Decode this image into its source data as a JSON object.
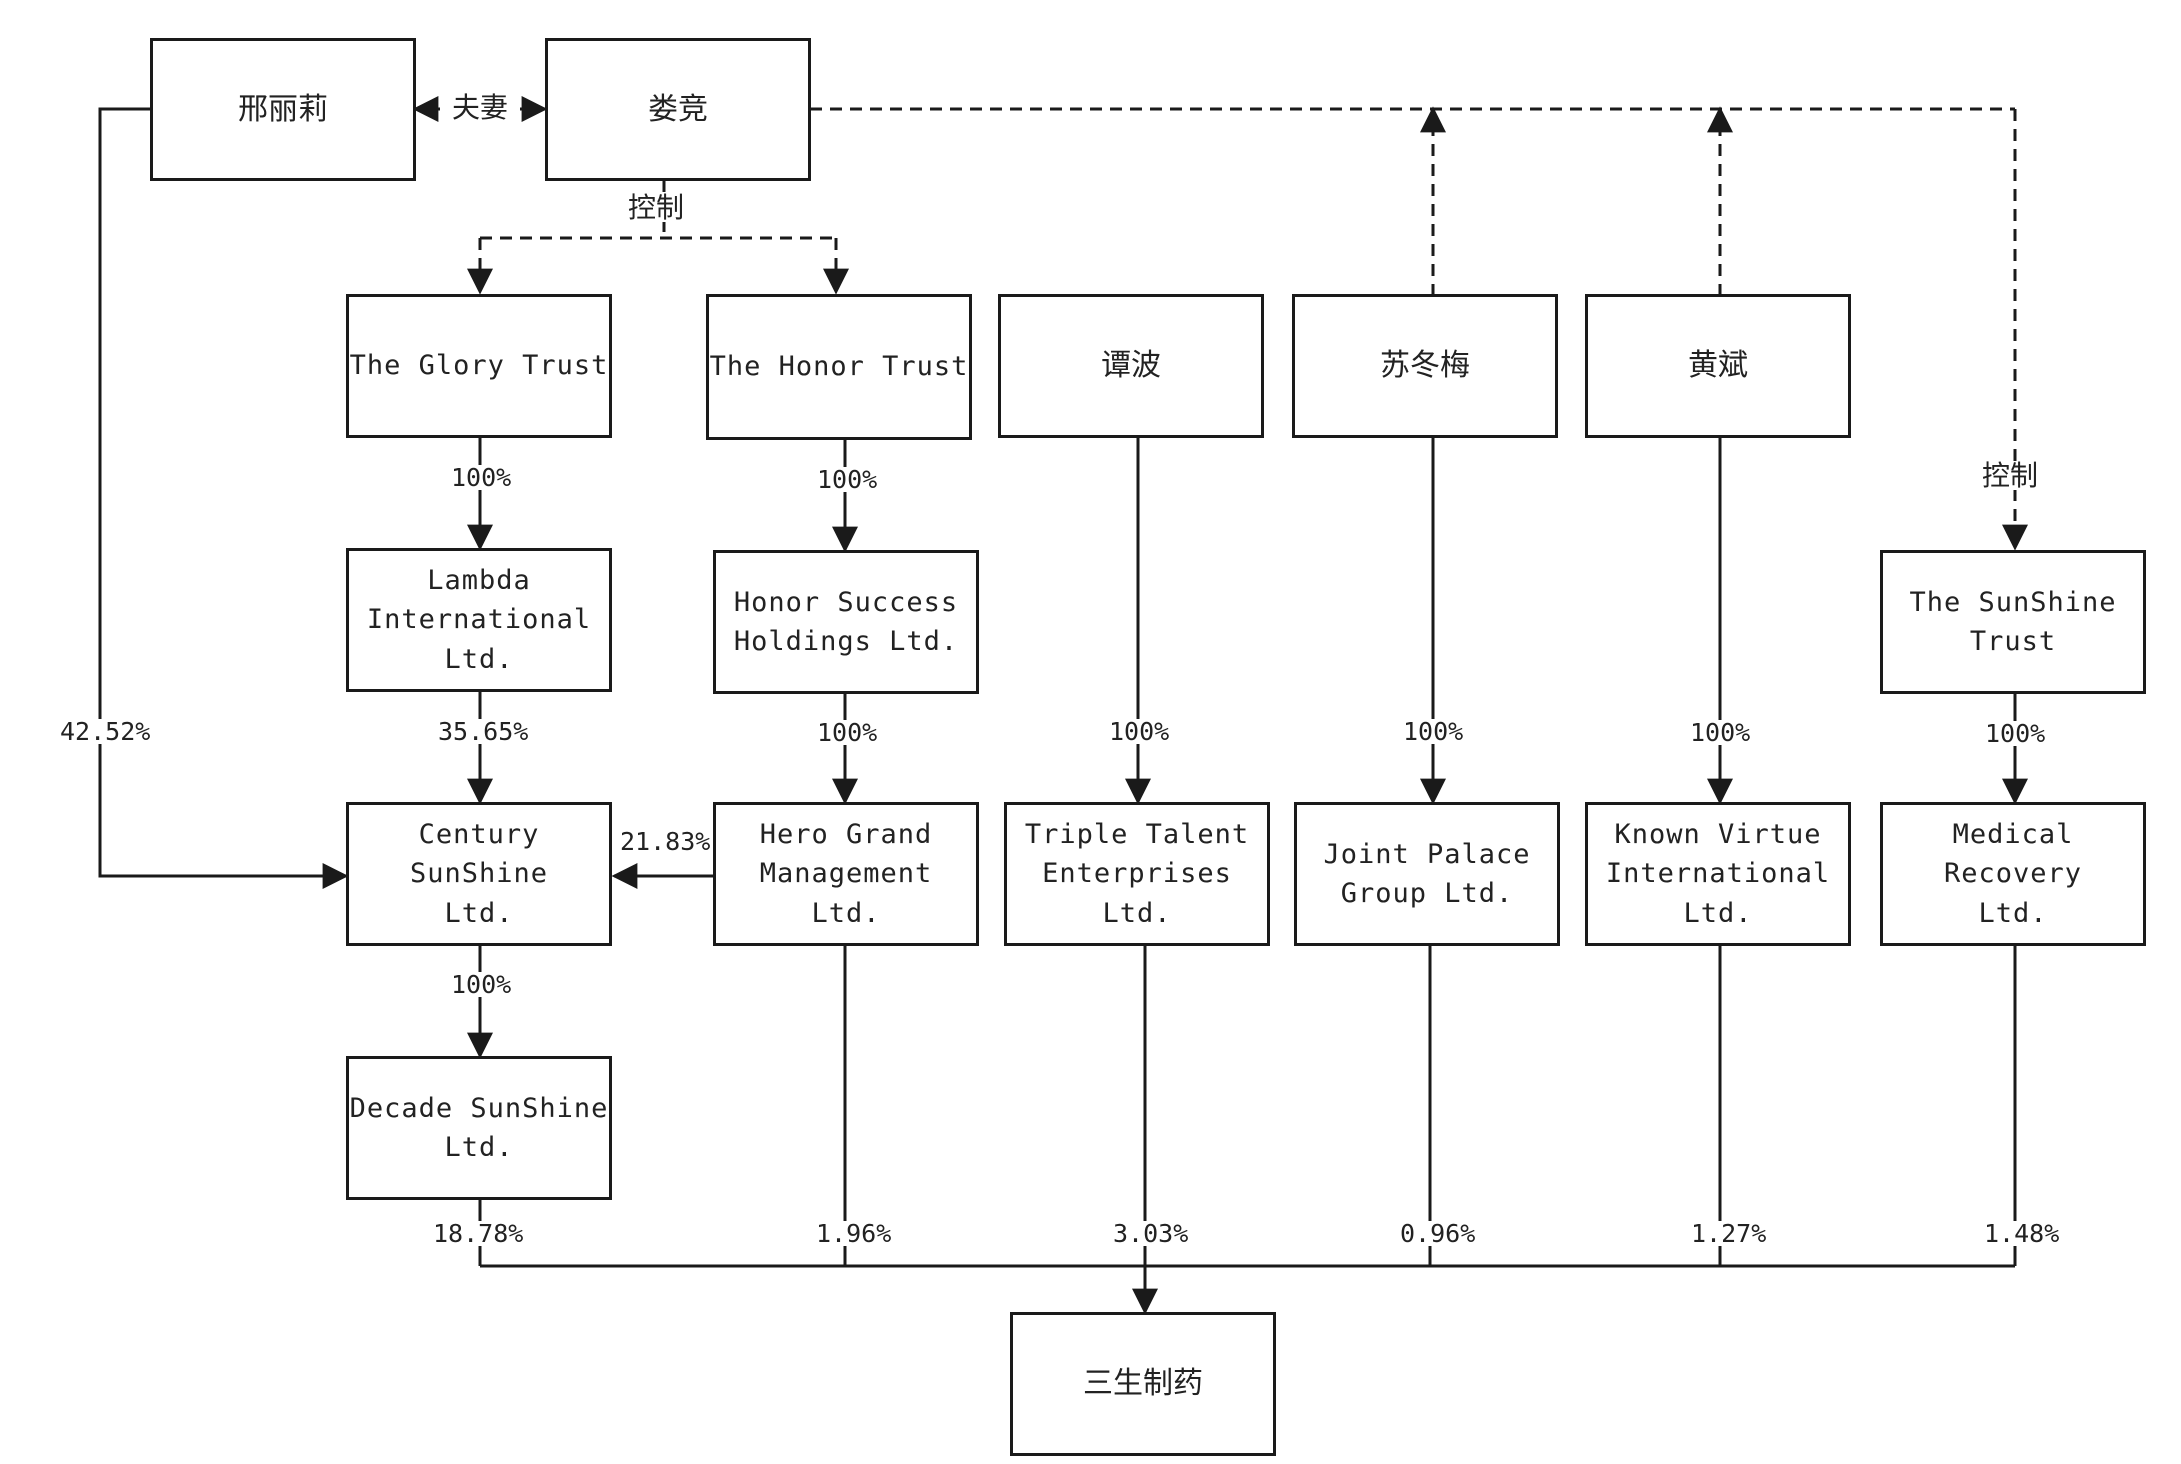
{
  "nodes": {
    "xing_lili": "邢丽莉",
    "lou_jing": "娄竞",
    "glory_trust": "The Glory Trust",
    "honor_trust": "The Honor Trust",
    "tan_bo": "谭波",
    "su_dongmei": "苏冬梅",
    "huang_bin": "黄斌",
    "lambda": "Lambda\nInternational\nLtd.",
    "honor_success": "Honor Success\nHoldings Ltd.",
    "sunshine_trust": "The SunShine\nTrust",
    "century_sunshine": "Century SunShine\nLtd.",
    "hero_grand": "Hero Grand\nManagement\nLtd.",
    "triple_talent": "Triple Talent\nEnterprises\nLtd.",
    "joint_palace": "Joint Palace\nGroup Ltd.",
    "known_virtue": "Known Virtue\nInternational\nLtd.",
    "medical_recovery": "Medical Recovery\nLtd.",
    "decade_sunshine": "Decade SunShine\nLtd.",
    "sansheng": "三生制药"
  },
  "labels": {
    "spouse": "夫妻",
    "control_left": "控制",
    "control_right": "控制",
    "glory_lambda": "100%",
    "honor_success": "100%",
    "lambda_century": "35.65%",
    "success_hero": "100%",
    "tanbo_triple": "100%",
    "su_joint": "100%",
    "huang_known": "100%",
    "sunshine_medical": "100%",
    "xing_century": "42.52%",
    "hero_century": "21.83%",
    "century_decade": "100%",
    "decade_sansheng": "18.78%",
    "hero_sansheng": "1.96%",
    "triple_sansheng": "3.03%",
    "joint_sansheng": "0.96%",
    "known_sansheng": "1.27%",
    "medical_sansheng": "1.48%"
  }
}
